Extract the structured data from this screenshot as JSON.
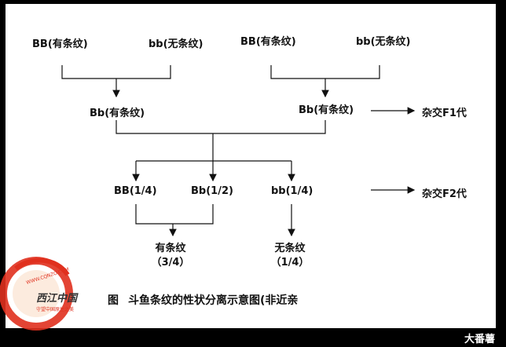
{
  "nodes": {
    "p1_left": "BB(有条纹)",
    "p1_right": "bb(无条纹)",
    "p2_left": "BB(有条纹)",
    "p2_right": "bb(无条纹)",
    "f1_left": "Bb(有条纹)",
    "f1_right": "Bb(有条纹)",
    "f1_note": "杂交F1代",
    "f2_bb_upper": "BB(1/4)",
    "f2_bb_mixed": "Bb(1/2)",
    "f2_bb_lower": "bb(1/4)",
    "f2_note": "杂交F2代",
    "striped": "有条纹",
    "striped_ratio": "（3/4）",
    "plain": "无条纹",
    "plain_ratio": "（1/4）"
  },
  "caption": "斗鱼条纹的性状分离示意图(非近亲",
  "caption_prefix": "图",
  "credit": "大番薯",
  "watermark": {
    "url": "WWW.CQNZO.COM",
    "brand": "西江中国",
    "slogan": "守望中国原生之美",
    "accent": "#e0301e"
  }
}
